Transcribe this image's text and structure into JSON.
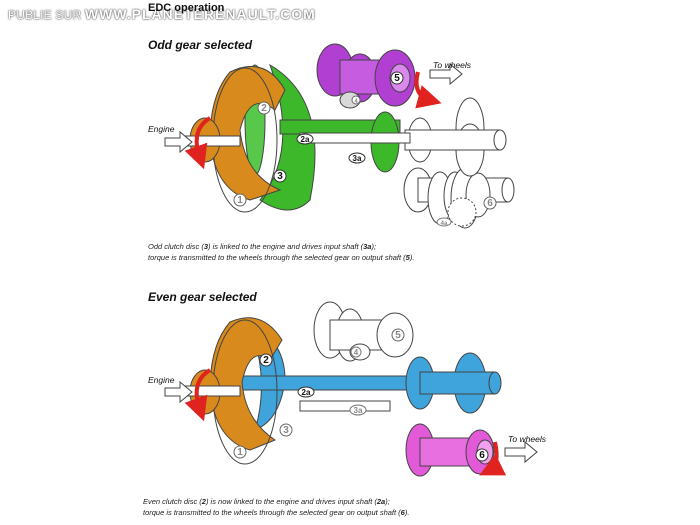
{
  "watermark": {
    "prefix": "PUBLIE SUR",
    "site": "WWW.PLANETERENAULT.COM"
  },
  "top_title": "EDC operation",
  "panels": [
    {
      "heading": "Odd gear selected",
      "engine_label": "Engine",
      "wheels_label": "To wheels",
      "caption_lines": [
        [
          "Odd clutch disc (",
          "3",
          ") is linked to the engine and drives input shaft (",
          "3a",
          ");"
        ],
        [
          "torque is transmitted to the wheels through the selected gear on output shaft (",
          "5",
          ")."
        ]
      ],
      "labels": {
        "l1": "1",
        "l2": "2",
        "l2a": "2a",
        "l3": "3",
        "l3a": "3a",
        "l4": "4",
        "l4a": "4a",
        "l5": "5",
        "l6": "6"
      }
    },
    {
      "heading": "Even gear selected",
      "engine_label": "Engine",
      "wheels_label": "To wheels",
      "caption_lines": [
        [
          "Even clutch disc (",
          "2",
          ") is now linked to the engine and drives input shaft (",
          "2a",
          ");"
        ],
        [
          "torque is transmitted to the wheels through the selected gear on output shaft (",
          "6",
          ")."
        ]
      ],
      "labels": {
        "l1": "1",
        "l2": "2",
        "l2a": "2a",
        "l3": "3",
        "l3a": "3a",
        "l4": "4",
        "l5": "5",
        "l6": "6"
      }
    }
  ],
  "colors": {
    "housing": "#d88a1c",
    "odd_clutch": "#3cb82a",
    "even_clutch": "#3fa3dc",
    "active_gear_odd": "#b03fd2",
    "active_gear_even": "#e25ad8",
    "arrow_red": "#e0231e",
    "outline": "#444444"
  }
}
